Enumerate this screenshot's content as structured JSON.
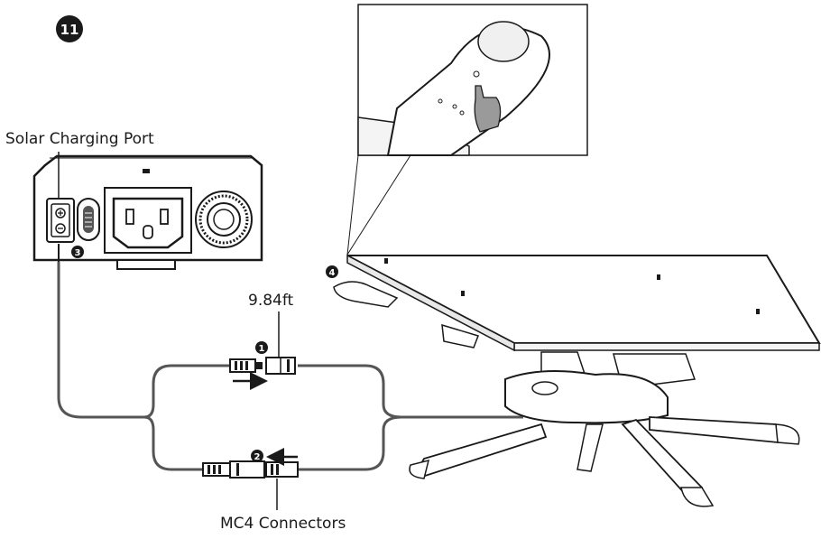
{
  "step": {
    "number": "11"
  },
  "labels": {
    "solar_port": "Solar Charging Port",
    "cable_length": "9.84ft",
    "connectors": "MC4 Connectors"
  },
  "callouts": [
    "1",
    "2",
    "3",
    "4"
  ],
  "colors": {
    "ink": "#1a1a1a",
    "cable": "#555555",
    "finger": "#9a9a9a",
    "panel": "#f4f4f4"
  }
}
